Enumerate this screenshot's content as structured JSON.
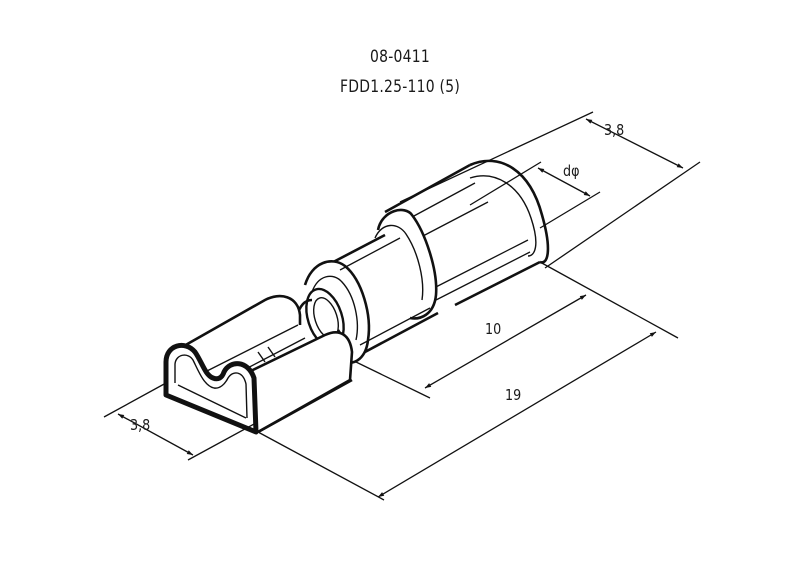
{
  "title": {
    "part_number": "08-0411",
    "model": "FDD1.25-110 (5)"
  },
  "drawing": {
    "subject": "female-spade-terminal-insulated",
    "line_color": "#111111",
    "background": "#ffffff"
  },
  "dimensions": {
    "wire_outer_width": "3,8",
    "wire_diameter": "dφ",
    "sleeve_length": "10",
    "total_length": "19",
    "blade_width": "3,8"
  }
}
